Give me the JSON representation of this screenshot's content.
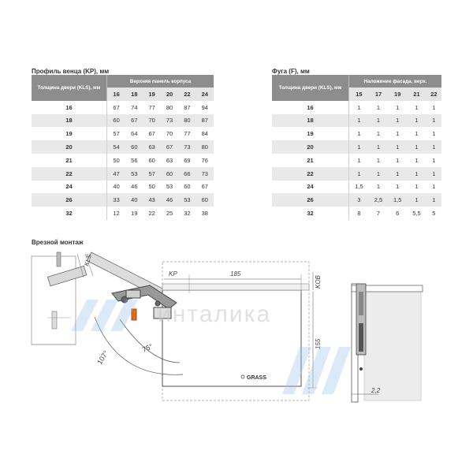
{
  "table1": {
    "caption": "Профиль венца (KP), мм",
    "row_header": "Толщина двери (KLS), мм",
    "group_header": "Верхняя панель корпуса",
    "columns": [
      "16",
      "18",
      "19",
      "20",
      "22",
      "24"
    ],
    "rows": [
      {
        "label": "16",
        "values": [
          "67",
          "74",
          "77",
          "80",
          "87",
          "94"
        ]
      },
      {
        "label": "18",
        "values": [
          "60",
          "67",
          "70",
          "73",
          "80",
          "87"
        ]
      },
      {
        "label": "19",
        "values": [
          "57",
          "64",
          "67",
          "70",
          "77",
          "84"
        ]
      },
      {
        "label": "20",
        "values": [
          "54",
          "60",
          "63",
          "67",
          "73",
          "80"
        ]
      },
      {
        "label": "21",
        "values": [
          "50",
          "56",
          "60",
          "63",
          "69",
          "76"
        ]
      },
      {
        "label": "22",
        "values": [
          "47",
          "53",
          "57",
          "60",
          "66",
          "73"
        ]
      },
      {
        "label": "24",
        "values": [
          "40",
          "46",
          "50",
          "53",
          "60",
          "67"
        ]
      },
      {
        "label": "26",
        "values": [
          "33",
          "40",
          "43",
          "46",
          "53",
          "60"
        ]
      },
      {
        "label": "32",
        "values": [
          "12",
          "19",
          "22",
          "25",
          "32",
          "38"
        ]
      }
    ]
  },
  "table2": {
    "caption": "Фуга (F), мм",
    "row_header": "Толщина двери (KLS), мм",
    "group_header": "Наложение фасада, верх.",
    "columns": [
      "15",
      "17",
      "19",
      "21",
      "22"
    ],
    "rows": [
      {
        "label": "16",
        "values": [
          "1",
          "1",
          "1",
          "1",
          "1"
        ]
      },
      {
        "label": "18",
        "values": [
          "1",
          "1",
          "1",
          "1",
          "1"
        ]
      },
      {
        "label": "19",
        "values": [
          "1",
          "1",
          "1",
          "1",
          "1"
        ]
      },
      {
        "label": "20",
        "values": [
          "1",
          "1",
          "1",
          "1",
          "1"
        ]
      },
      {
        "label": "21",
        "values": [
          "1",
          "1",
          "1",
          "1",
          "1"
        ]
      },
      {
        "label": "22",
        "values": [
          "1",
          "1",
          "1",
          "1",
          "1"
        ]
      },
      {
        "label": "24",
        "values": [
          "1,5",
          "1",
          "1",
          "1",
          "1"
        ]
      },
      {
        "label": "26",
        "values": [
          "3",
          "2,5",
          "1,5",
          "1",
          "1"
        ]
      },
      {
        "label": "32",
        "values": [
          "8",
          "7",
          "6",
          "5,5",
          "5"
        ]
      }
    ]
  },
  "diagram": {
    "caption": "Врезной монтаж",
    "dim_kls": "KLS",
    "dim_kp": "KP",
    "dim_185": "185",
    "dim_kob": "KOB",
    "dim_155": "155",
    "dim_22": "2,2",
    "angle_75": "75°",
    "angle_107": "107°",
    "brand": "GRASS",
    "watermark": "инталика"
  }
}
